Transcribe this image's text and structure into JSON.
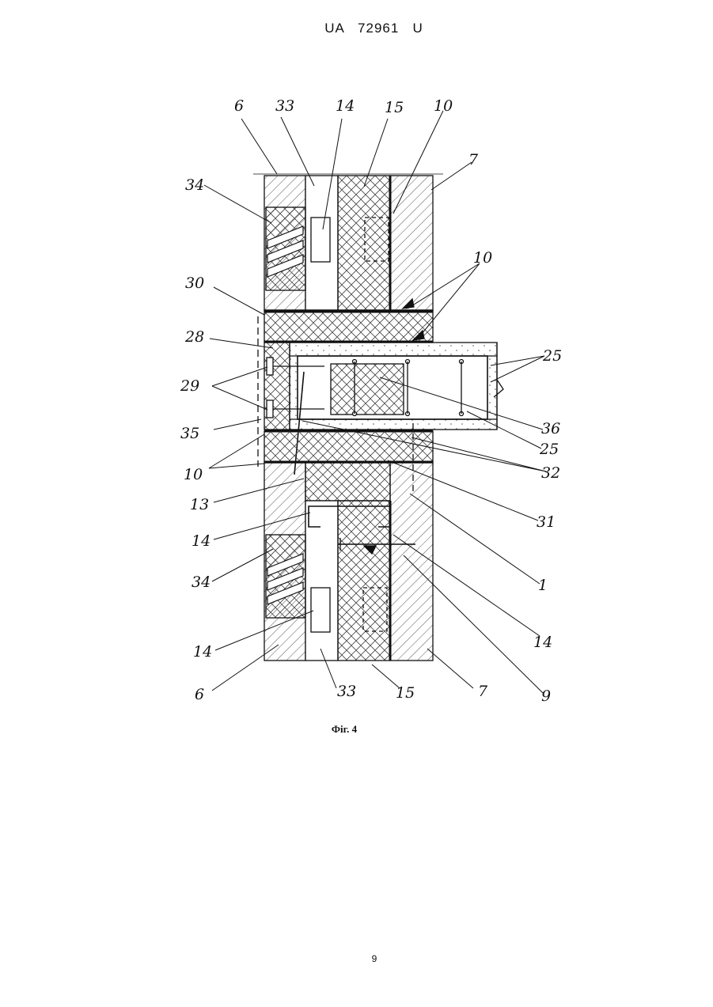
{
  "document": {
    "header": "UA   72961   U",
    "figure_caption": "Фіг. 4",
    "page_number": "9"
  },
  "figure": {
    "labels": {
      "l6_top": "6",
      "l33_top": "33",
      "l14_top": "14",
      "l15_top": "15",
      "l10_top": "10",
      "l7_top": "7",
      "l34_top": "34",
      "l10_mid": "10",
      "l30": "30",
      "l28": "28",
      "l25_a": "25",
      "l29": "29",
      "l36": "36",
      "l35": "35",
      "l25_b": "25",
      "l10_left": "10",
      "l32": "32",
      "l13": "13",
      "l31": "31",
      "l14_left": "14",
      "l1": "1",
      "l34_bot": "34",
      "l14_right": "14",
      "l14_bot": "14",
      "l9": "9",
      "l6_bot": "6",
      "l33_bot": "33",
      "l15_bot": "15",
      "l7_bot": "7"
    }
  }
}
